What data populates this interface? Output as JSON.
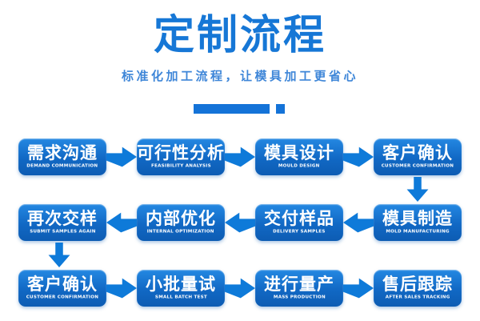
{
  "header": {
    "title": "定制流程",
    "subtitle": "标准化加工流程，让模具加工更省心"
  },
  "colors": {
    "primary": "#1473d8",
    "title": "#1677d6",
    "subtitle": "#3e86d8",
    "arrow": "#0e7ad9",
    "box_top": "#2488e2",
    "box_bottom": "#0d5cb3"
  },
  "flow": {
    "rows": [
      {
        "direction": "right",
        "steps": [
          {
            "zh": "需求沟通",
            "en": "DEMAND COMMUNICATION"
          },
          {
            "zh": "可行性分析",
            "en": "FEASIBILITY ANALYSIS"
          },
          {
            "zh": "模具设计",
            "en": "MOULD DESIGN"
          },
          {
            "zh": "客户确认",
            "en": "CUSTOMER CONFIRMATION"
          }
        ]
      },
      {
        "direction": "left",
        "steps": [
          {
            "zh": "再次交样",
            "en": "SUBMIT SAMPLES AGAIN"
          },
          {
            "zh": "内部优化",
            "en": "INTERNAL OPTIMIZATION"
          },
          {
            "zh": "交付样品",
            "en": "DELIVERY SAMPLES"
          },
          {
            "zh": "模具制造",
            "en": "MOLD MANUFACTURING"
          }
        ]
      },
      {
        "direction": "right",
        "steps": [
          {
            "zh": "客户确认",
            "en": "CUSTOMER CONFIRMATION"
          },
          {
            "zh": "小批量试",
            "en": "SMALL BATCH TEST"
          },
          {
            "zh": "进行量产",
            "en": "MASS PRODUCTION"
          },
          {
            "zh": "售后跟踪",
            "en": "AFTER SALES TRACKING"
          }
        ]
      }
    ]
  }
}
